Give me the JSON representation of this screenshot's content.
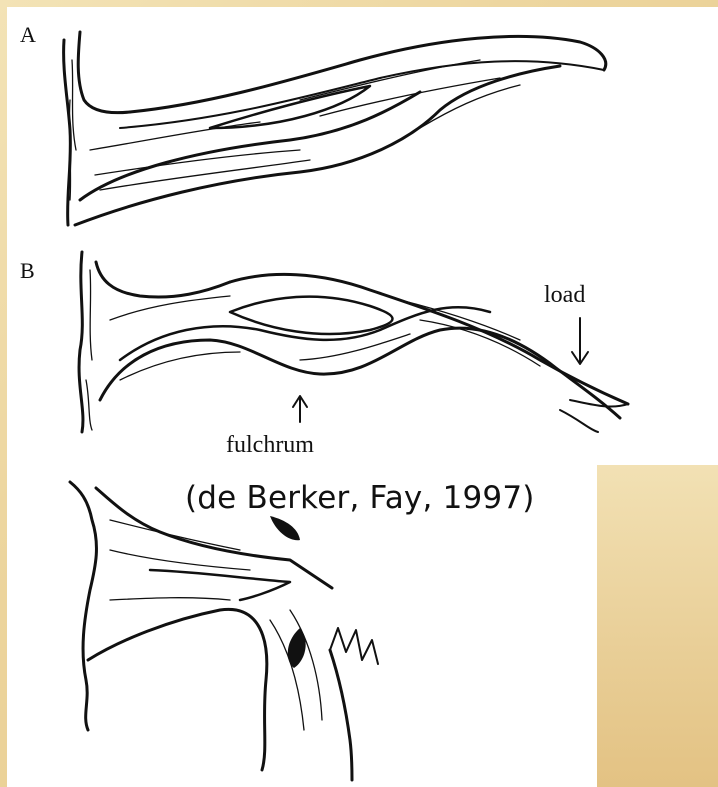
{
  "panels": {
    "a": {
      "letter": "A"
    },
    "b": {
      "letter": "B",
      "load_label": "load",
      "fulchrum_label": "fulchrum"
    }
  },
  "citation": "(de Berker, Fay, 1997)",
  "colors": {
    "background_gold": "#ecd49c",
    "ink": "#111111",
    "paper": "#ffffff"
  }
}
